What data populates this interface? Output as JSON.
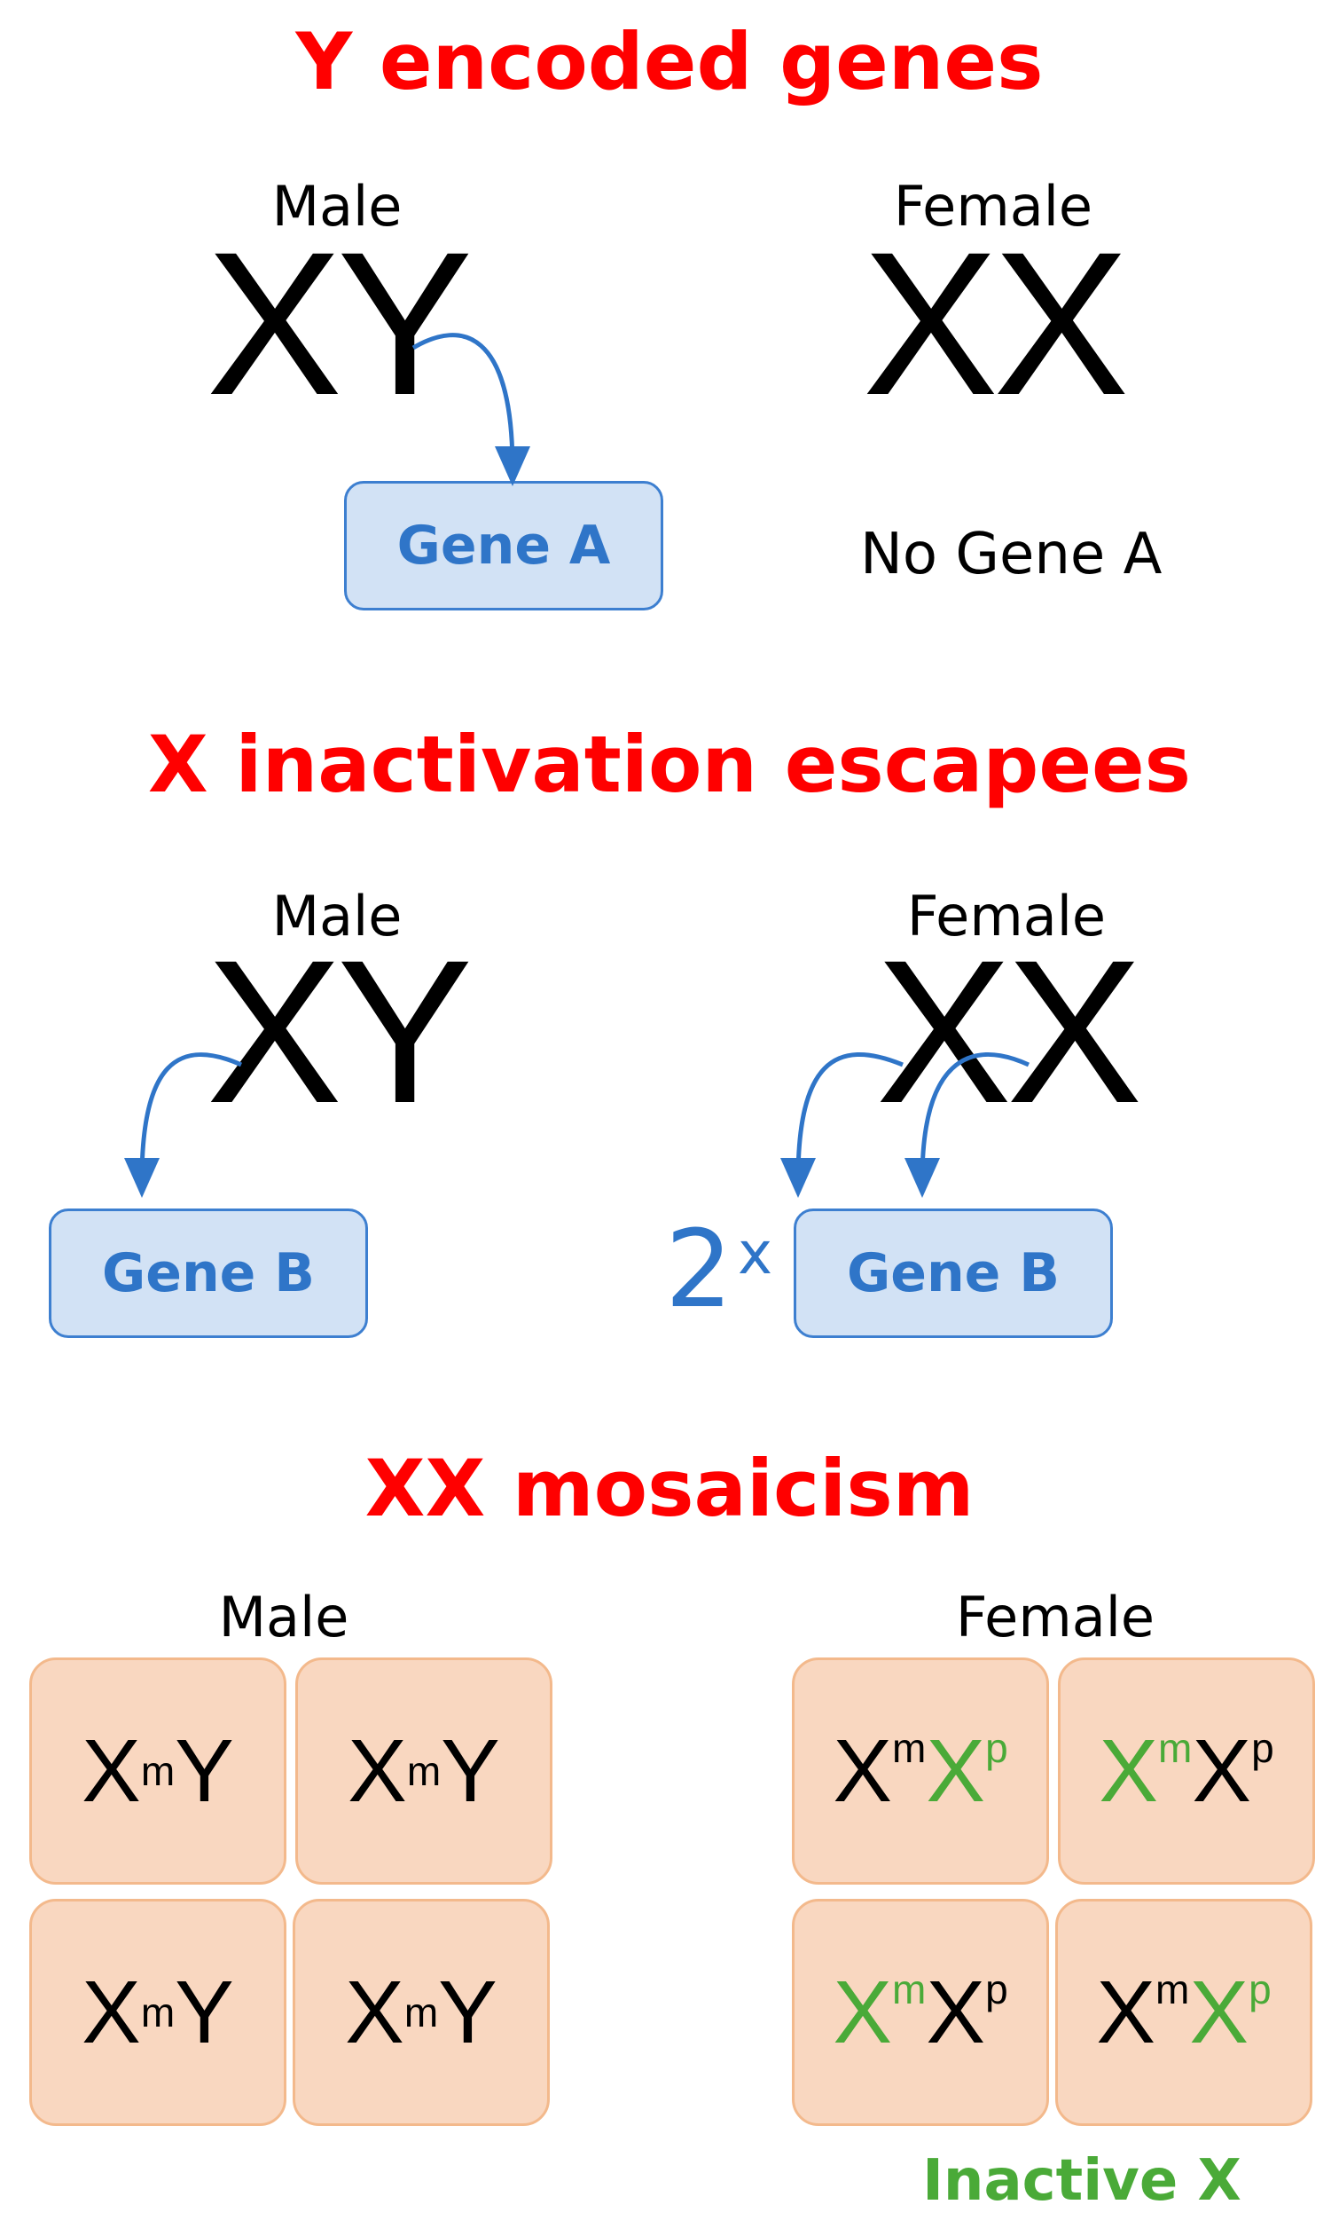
{
  "sections": {
    "y_encoded": {
      "title": "Y encoded genes",
      "male_label": "Male",
      "male_chromosomes": "XY",
      "female_label": "Female",
      "female_chromosomes": "XX",
      "gene_label": "Gene A",
      "female_note": "No Gene A"
    },
    "x_escapees": {
      "title": "X inactivation escapees",
      "male_label": "Male",
      "male_chromosomes": "XY",
      "female_label": "Female",
      "female_chromosomes": "XX",
      "male_gene_label": "Gene B",
      "female_gene_label": "Gene B",
      "multiplier_number": "2",
      "multiplier_x": "x"
    },
    "mosaicism": {
      "title": "XX mosaicism",
      "male_label": "Male",
      "female_label": "Female",
      "male_cells": [
        {
          "x": "X",
          "x_sup": "m",
          "y": "Y"
        },
        {
          "x": "X",
          "x_sup": "m",
          "y": "Y"
        },
        {
          "x": "X",
          "x_sup": "m",
          "y": "Y"
        },
        {
          "x": "X",
          "x_sup": "m",
          "y": "Y"
        }
      ],
      "female_cells": [
        {
          "first": "X",
          "first_sup": "m",
          "second": "X",
          "second_sup": "p",
          "inactive": "second"
        },
        {
          "first": "X",
          "first_sup": "m",
          "second": "X",
          "second_sup": "p",
          "inactive": "first"
        },
        {
          "first": "X",
          "first_sup": "m",
          "second": "X",
          "second_sup": "p",
          "inactive": "first"
        },
        {
          "first": "X",
          "first_sup": "m",
          "second": "X",
          "second_sup": "p",
          "inactive": "second"
        }
      ],
      "legend": "Inactive X"
    }
  },
  "colors": {
    "heading": "#ff0000",
    "gene_text": "#2f75c8",
    "gene_box_fill": "#d2e2f5",
    "arrow": "#2f75c8",
    "cell_fill": "#f9d7c0",
    "cell_border": "#f3b98c",
    "inactive_x": "#4aaa38"
  }
}
